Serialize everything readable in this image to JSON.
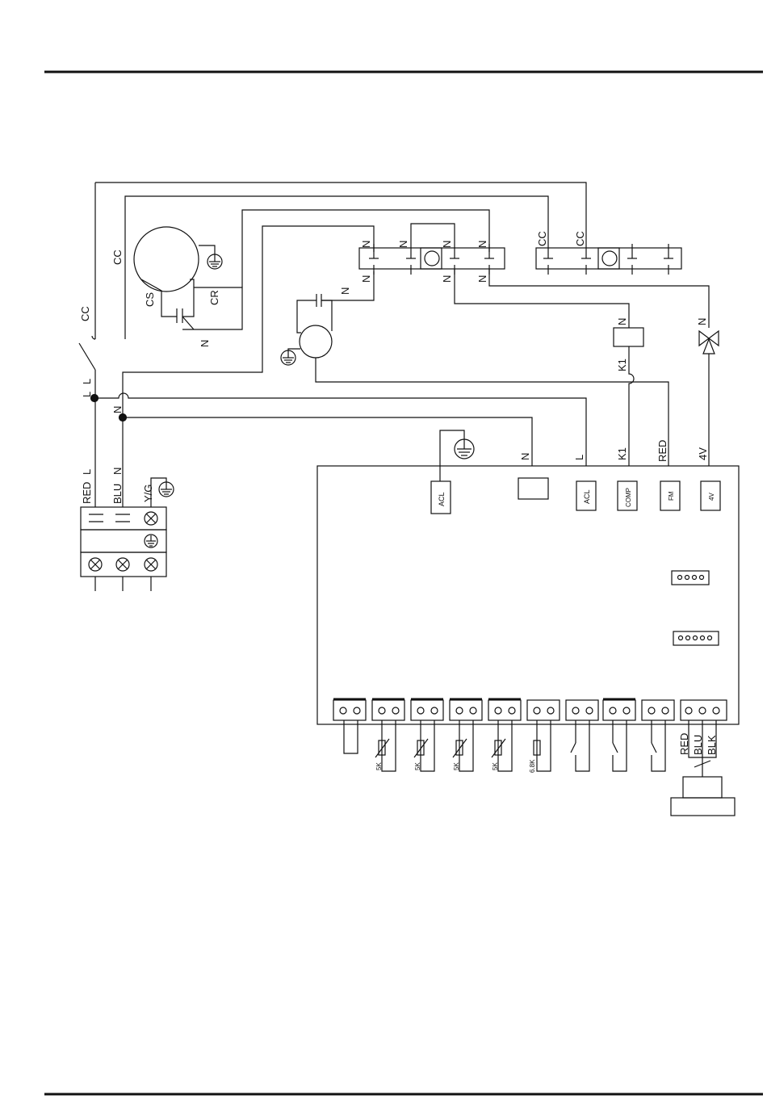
{
  "wire_labels": {
    "cc_left": "CC",
    "l_top": "L",
    "l_second": "L",
    "n_junction": "N",
    "n_motor_low": "N",
    "cc_cap": "CC",
    "cs_cap": "CS",
    "cr_cap": "CR",
    "n_fan_cap": "N",
    "n_valve": "N",
    "k1_wire": "K1",
    "n_relay_top": "N"
  },
  "terminal_block_left": {
    "labels": [
      "N",
      "N",
      "N",
      "N"
    ],
    "labels_bottom": [
      "N",
      "N",
      "N"
    ]
  },
  "terminal_block_right": {
    "labels": [
      "CC",
      "CC"
    ]
  },
  "power_terminal": {
    "red_label": "RED",
    "l_label": "L",
    "blu_label": "BLU",
    "n_label": "N",
    "yg_label": "Y/G"
  },
  "board_top_labels": {
    "n": "N",
    "l": "L",
    "k1": "K1",
    "red": "RED",
    "v4": "4V"
  },
  "board_connectors": {
    "acl_left": "ACL",
    "acl_right": "ACL",
    "comp": "COMP",
    "fm": "FM",
    "v4": "4V"
  },
  "sensor_labels": [
    "5K",
    "5K",
    "5K",
    "5K",
    "6.8K"
  ],
  "stepper_wires": {
    "red": "RED",
    "blu": "BLU",
    "blk": "BLK"
  }
}
